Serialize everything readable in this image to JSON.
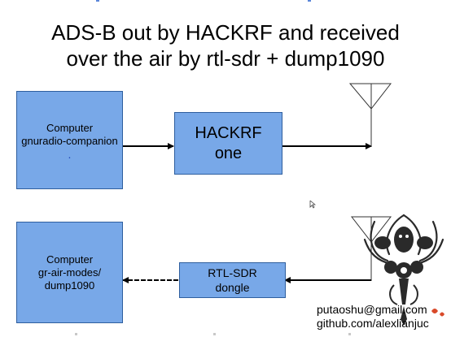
{
  "title": {
    "line1": "ADS-B out by HACKRF and received",
    "line2": "over the air by rtl-sdr + dump1090"
  },
  "boxes": {
    "tx_computer": {
      "line1": "Computer",
      "line2": "gnuradio-companion",
      "dot": "."
    },
    "hackrf": {
      "line1": "HACKRF",
      "line2": "one"
    },
    "rx_computer": {
      "line1": "Computer",
      "line2": "gr-air-modes/",
      "line3": "dump1090"
    },
    "rtl_sdr": {
      "line1": "RTL-SDR",
      "line2": "dongle"
    }
  },
  "footer": {
    "email": "putaoshu@gmail.com",
    "github": "github.com/alexlianjuc"
  },
  "colors": {
    "box_fill": "#78a8e8",
    "box_border": "#2e5e9e",
    "accent_top": "#5a86d9",
    "line": "#000000"
  },
  "icons": {
    "antenna": "antenna-icon",
    "cursor": "mouse-pointer-icon",
    "watermark": "tribal-emblem"
  }
}
